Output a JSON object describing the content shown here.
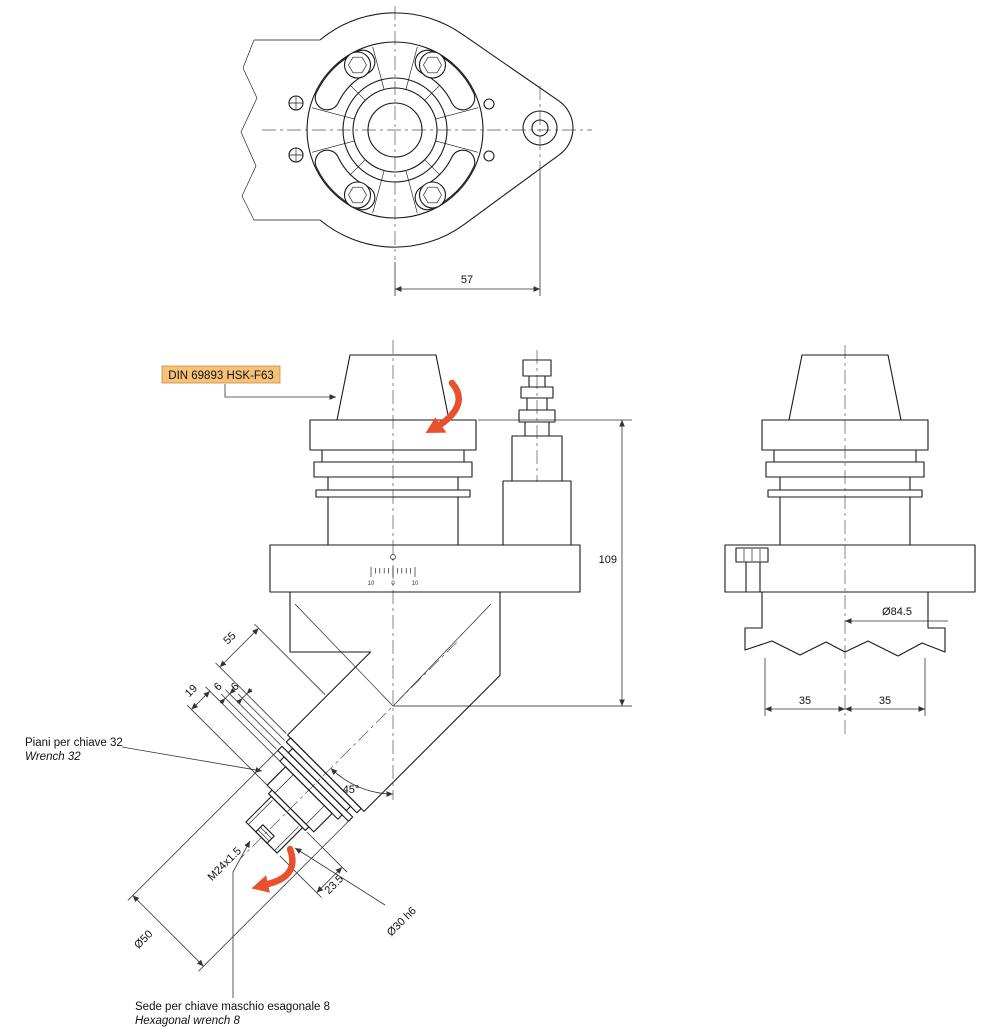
{
  "colors": {
    "accent_arrow": "#E8512D",
    "label_highlight": "#F6C277",
    "label_border": "#C98A3D",
    "line": "#1A1A1A"
  },
  "labels": {
    "din_spec": "DIN 69893 HSK-F63",
    "wrench_flats_it": "Piani per chiave 32",
    "wrench_flats_en": "Wrench 32",
    "hex_socket_it": "Sede per chiave maschio esagonale 8",
    "hex_socket_en": "Hexagonal wrench 8"
  },
  "dimensions": {
    "flange_offset": "57",
    "gauge_height": "109",
    "head_length": "55",
    "collar_a": "6",
    "collar_b": "6",
    "flats_length": "19",
    "head_angle": "45°",
    "nose_length": "23.5",
    "nose_diameter": "Ø30 h6",
    "collar_diameter": "Ø50",
    "thread": "M24x1.5",
    "body_diameter": "Ø84.5",
    "offset_left": "35",
    "offset_right": "35"
  },
  "scale_markings": {
    "left": "10",
    "zero": "0",
    "right": "10"
  }
}
